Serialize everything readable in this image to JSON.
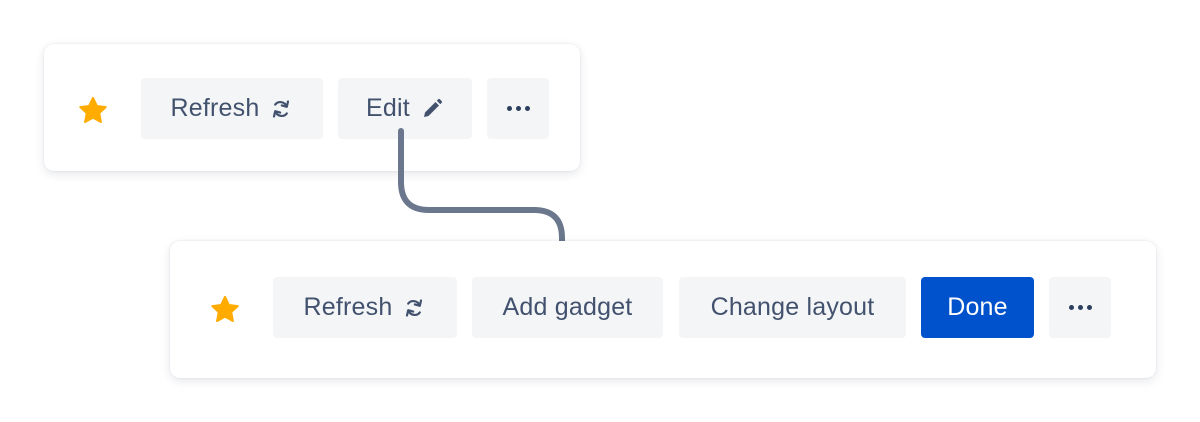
{
  "top_toolbar": {
    "refresh_label": "Refresh",
    "edit_label": "Edit"
  },
  "bottom_toolbar": {
    "refresh_label": "Refresh",
    "add_gadget_label": "Add gadget",
    "change_layout_label": "Change layout",
    "done_label": "Done"
  },
  "colors": {
    "star": "#ffab00",
    "primary": "#0052cc",
    "button_bg": "#f4f5f7",
    "button_text": "#42526e",
    "connector": "#6b778c"
  },
  "icons": [
    "star-icon",
    "refresh-icon",
    "pencil-icon",
    "more-icon",
    "arrow-down-icon"
  ]
}
